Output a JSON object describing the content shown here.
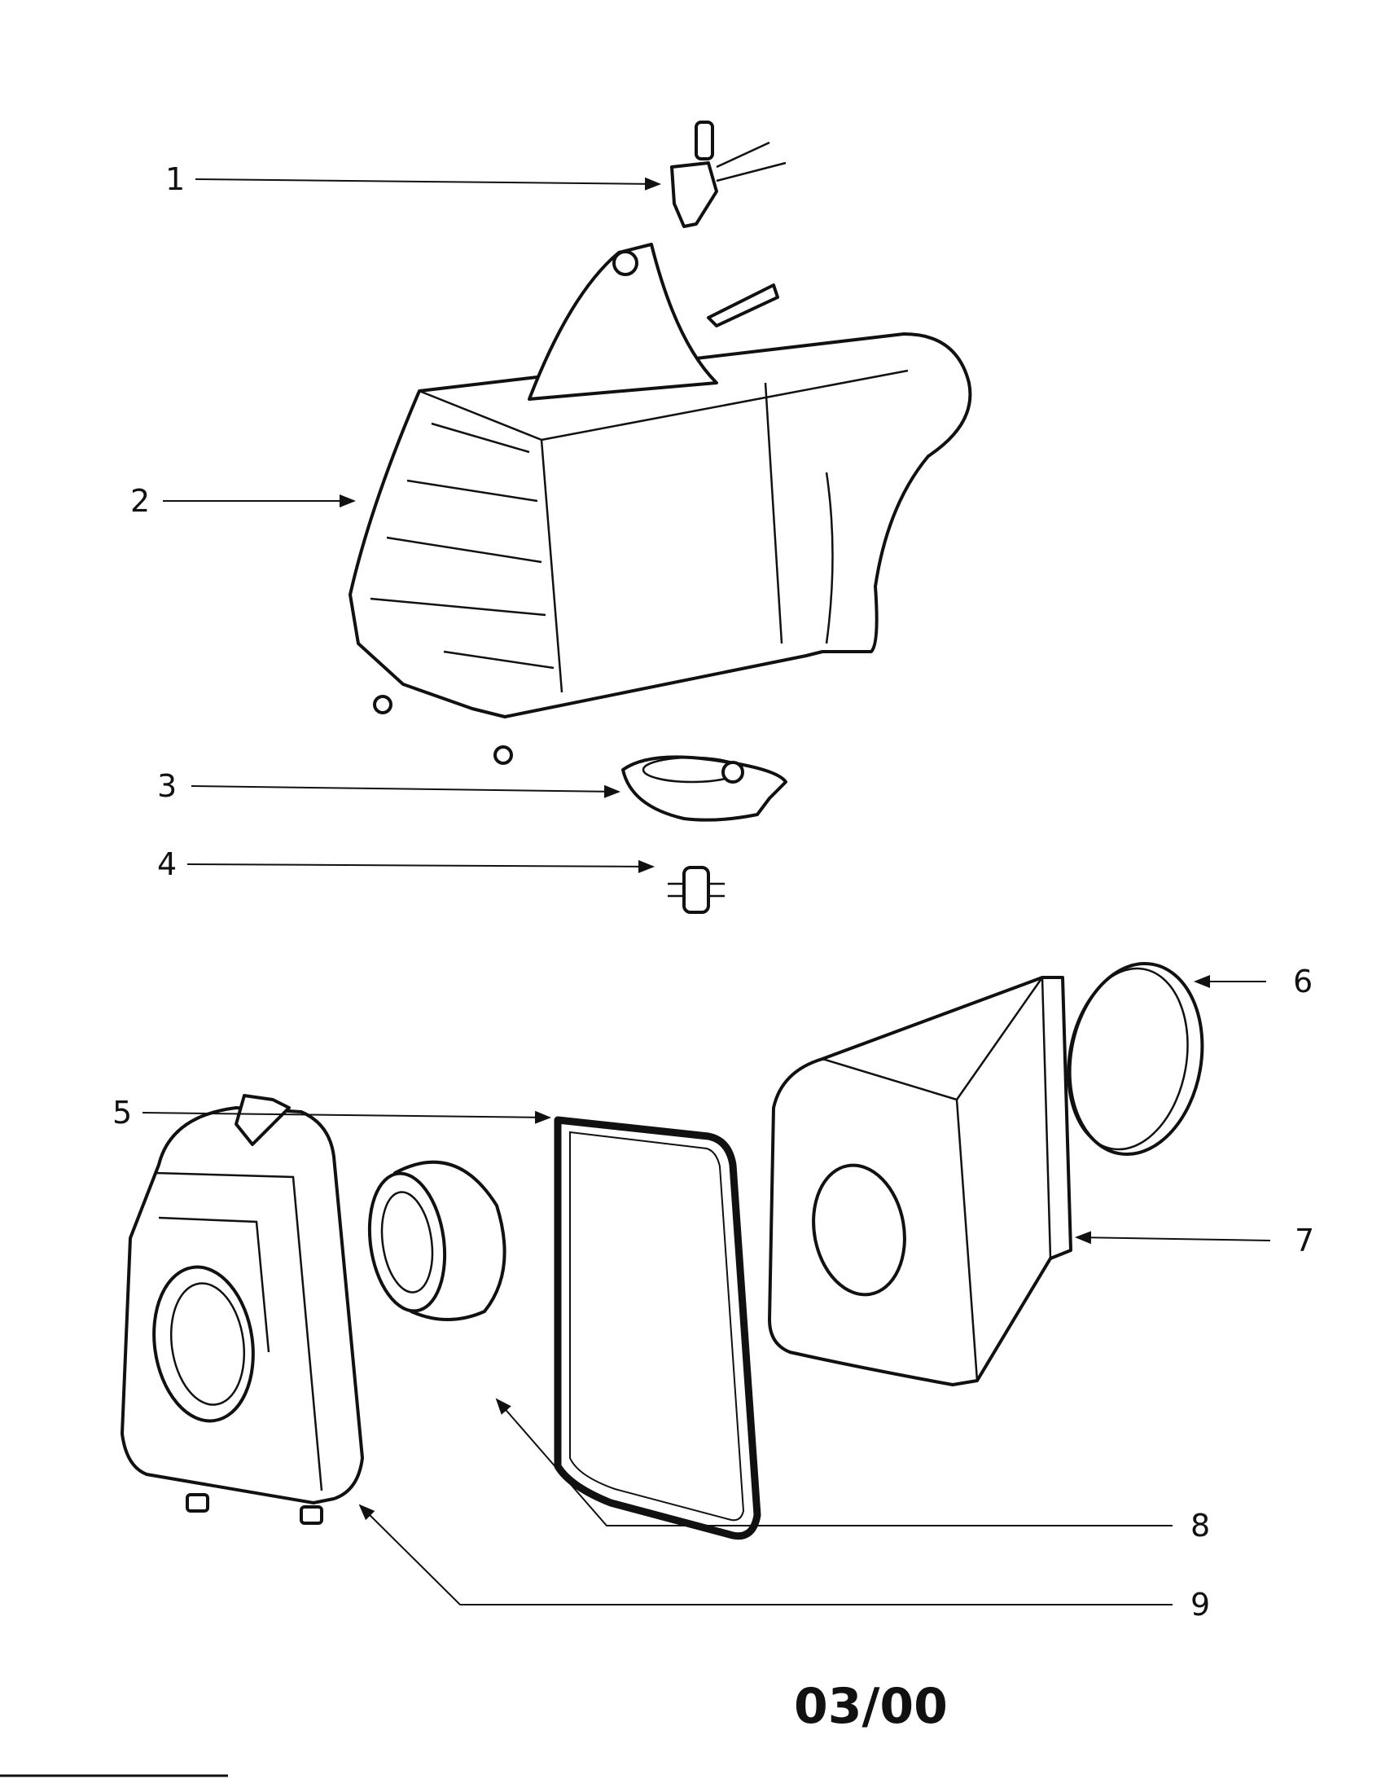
{
  "callouts": [
    {
      "id": 1,
      "label": "1"
    },
    {
      "id": 2,
      "label": "2"
    },
    {
      "id": 3,
      "label": "3"
    },
    {
      "id": 4,
      "label": "4"
    },
    {
      "id": 5,
      "label": "5"
    },
    {
      "id": 6,
      "label": "6"
    },
    {
      "id": 7,
      "label": "7"
    },
    {
      "id": 8,
      "label": "8"
    },
    {
      "id": 9,
      "label": "9"
    }
  ],
  "date_code": "03/00"
}
